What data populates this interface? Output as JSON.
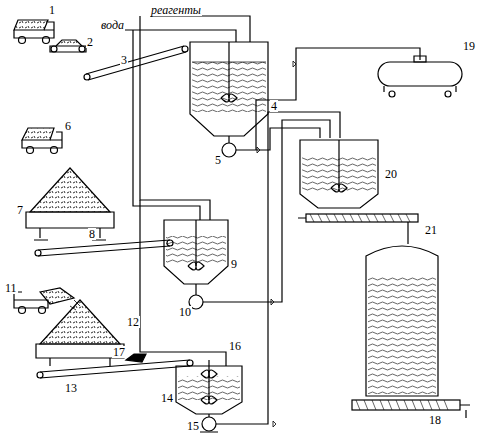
{
  "diagram": {
    "labels": [
      "реагенты",
      "вода",
      "1",
      "2",
      "3",
      "4",
      "5",
      "6",
      "7",
      "8",
      "9",
      "10",
      "11",
      "12",
      "13",
      "17",
      "16",
      "14",
      "15",
      "18",
      "19",
      "20",
      "21"
    ]
  }
}
